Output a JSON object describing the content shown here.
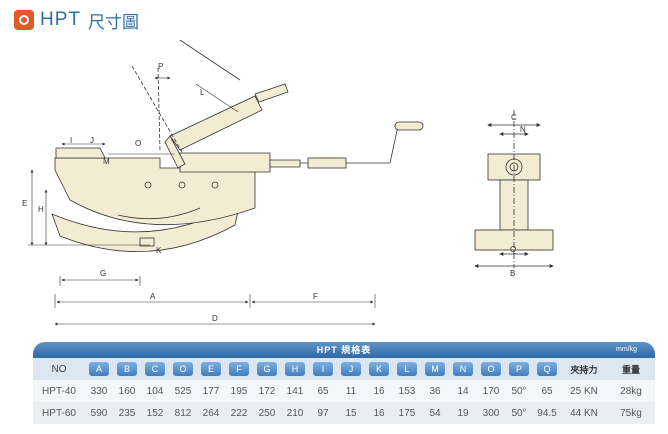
{
  "header": {
    "brand": "HPT",
    "title_cn": "尺寸圖"
  },
  "drawing": {
    "labels": [
      "P",
      "L",
      "C",
      "N",
      "I",
      "J",
      "O",
      "M",
      "E",
      "H",
      "K",
      "G",
      "A",
      "F",
      "D",
      "Q",
      "B"
    ]
  },
  "table": {
    "title": "HPT 規格表",
    "unit": "mm/kg",
    "columns": [
      "NO",
      "A",
      "B",
      "C",
      "O",
      "E",
      "F",
      "G",
      "H",
      "I",
      "J",
      "K",
      "L",
      "M",
      "N",
      "O",
      "P",
      "Q",
      "夾持力",
      "重量"
    ],
    "rows": [
      [
        "HPT-40",
        "330",
        "160",
        "104",
        "525",
        "177",
        "195",
        "172",
        "141",
        "65",
        "11",
        "16",
        "153",
        "36",
        "14",
        "170",
        "50°",
        "65",
        "25 KN",
        "28kg"
      ],
      [
        "HPT-60",
        "590",
        "235",
        "152",
        "812",
        "264",
        "222",
        "250",
        "210",
        "97",
        "15",
        "16",
        "175",
        "54",
        "19",
        "300",
        "50°",
        "94.5",
        "44 KN",
        "75kg"
      ]
    ]
  },
  "colors": {
    "accent": "#2f6fa8",
    "logo": "#e2592a",
    "part_fill": "#f1ecd2"
  }
}
